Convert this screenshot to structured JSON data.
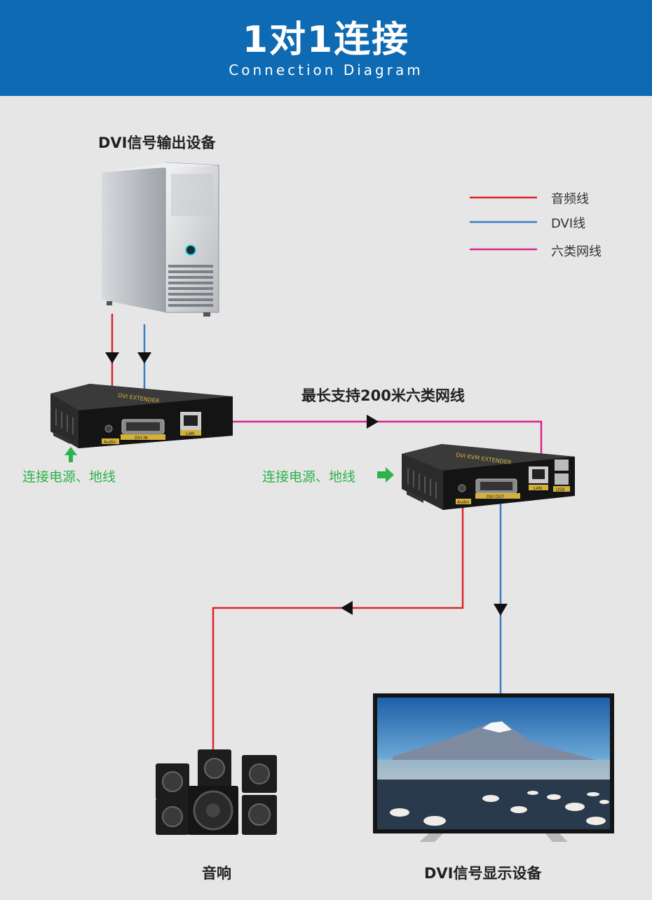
{
  "header": {
    "title": "1对1连接",
    "subtitle": "Connection Diagram"
  },
  "legend": [
    {
      "label": "音频线",
      "color": "#e0222a"
    },
    {
      "label": "DVI线",
      "color": "#3a7cc6"
    },
    {
      "label": "六类网线",
      "color": "#d8258c"
    }
  ],
  "nodes": {
    "source": "DVI信号输出设备",
    "cable_note": "最长支持200米六类网线",
    "power_left": "连接电源、地线",
    "power_right": "连接电源、地线",
    "speakers": "音响",
    "display": "DVI信号显示设备"
  },
  "device_markings": {
    "transmitter_name": "DVI EXTENDER",
    "receiver_name": "DVI KVM EXTENDER",
    "audio_port": "Audio",
    "dvi_in_port": "DVI IN",
    "dvi_out_port": "DVI OUT",
    "lan_port": "LAN",
    "usb_port": "USB"
  },
  "colors": {
    "header_bg": "#0e6ab2",
    "audio_line": "#e0222a",
    "dvi_line": "#3a7cc6",
    "cat6_line": "#d8258c",
    "power_arrow": "#2db34a"
  }
}
